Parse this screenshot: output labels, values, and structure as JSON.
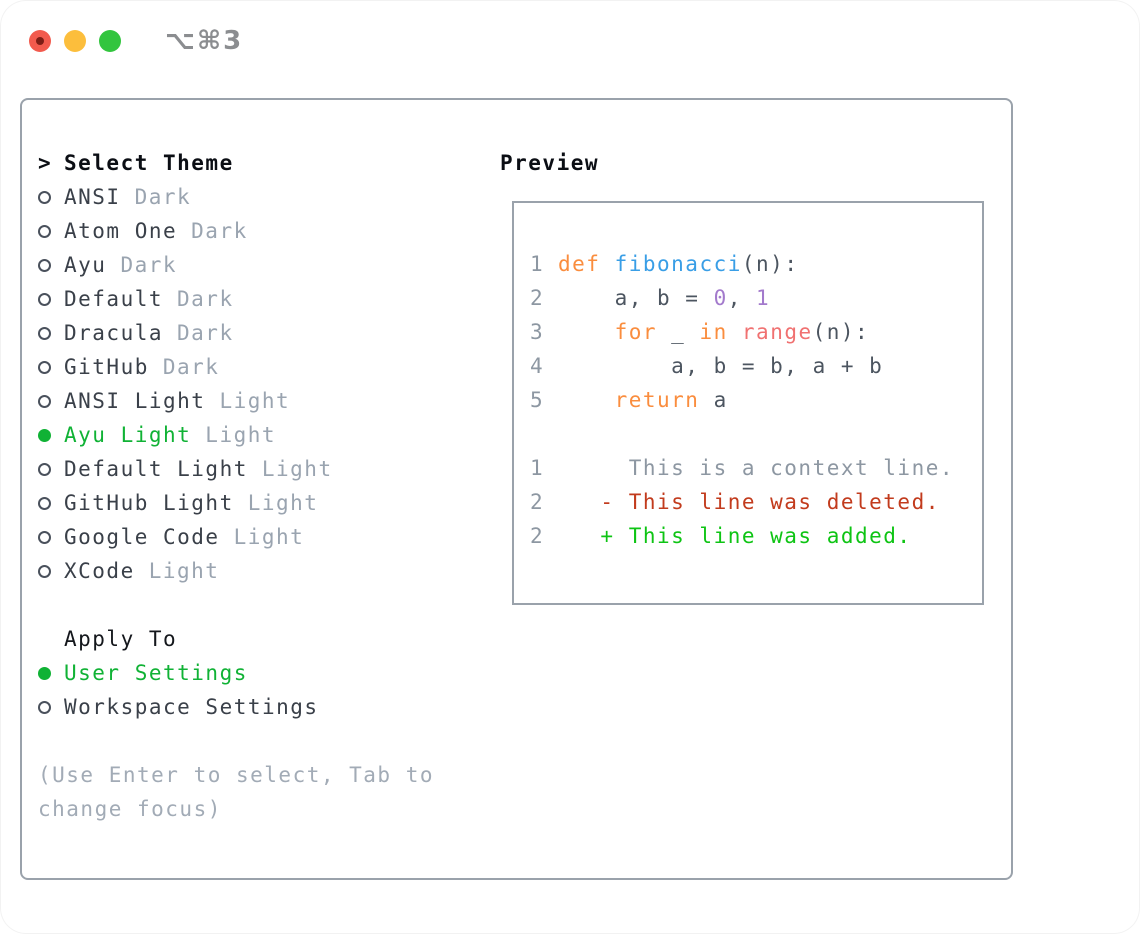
{
  "window": {
    "title_shortcut": "⌥⌘3"
  },
  "colors": {
    "traffic_red": "#f25a4d",
    "traffic_red_dot": "#7d1d15",
    "traffic_yellow": "#fcbe3c",
    "traffic_green": "#32c53e",
    "titlebar_gray": "#8b8d90",
    "border_gray": "#9aa2ab",
    "item_text": "#3a4049",
    "circle_gray": "#4a515c",
    "variant_gray": "#9aa4b0",
    "help_gray": "#a2abb6",
    "accent_green": "#10b235",
    "gutter_gray": "#8d97a2",
    "code_foreground": "#4c5560",
    "keyword_orange": "#fa8d3e",
    "entity_blue": "#399ee6",
    "constant_purple": "#a37acc",
    "function_coral": "#f07171",
    "diff_deleted_red": "#c23b1d",
    "diff_added_green": "#0ec414"
  },
  "theme_list": {
    "header_prefix": ">",
    "header": "Select Theme",
    "items": [
      {
        "name": "ANSI",
        "variant": "Dark",
        "selected": false
      },
      {
        "name": "Atom One",
        "variant": "Dark",
        "selected": false
      },
      {
        "name": "Ayu",
        "variant": "Dark",
        "selected": false
      },
      {
        "name": "Default",
        "variant": "Dark",
        "selected": false
      },
      {
        "name": "Dracula",
        "variant": "Dark",
        "selected": false
      },
      {
        "name": "GitHub",
        "variant": "Dark",
        "selected": false
      },
      {
        "name": "ANSI Light",
        "variant": "Light",
        "selected": false
      },
      {
        "name": "Ayu Light",
        "variant": "Light",
        "selected": true
      },
      {
        "name": "Default Light",
        "variant": "Light",
        "selected": false
      },
      {
        "name": "GitHub Light",
        "variant": "Light",
        "selected": false
      },
      {
        "name": "Google Code",
        "variant": "Light",
        "selected": false
      },
      {
        "name": "XCode",
        "variant": "Light",
        "selected": false
      }
    ]
  },
  "apply_to": {
    "header": "Apply To",
    "options": [
      {
        "label": "User Settings",
        "selected": true
      },
      {
        "label": "Workspace Settings",
        "selected": false
      }
    ]
  },
  "help": {
    "lines": [
      "(Use Enter to select, Tab to",
      "change focus)"
    ]
  },
  "preview": {
    "header": "Preview",
    "code_lines": [
      {
        "num": "1",
        "tokens": [
          [
            "kw",
            "def"
          ],
          [
            "fg",
            " "
          ],
          [
            "entity",
            "fibonacci"
          ],
          [
            "fg",
            "(n):"
          ]
        ]
      },
      {
        "num": "2",
        "tokens": [
          [
            "fg",
            "    a, b = "
          ],
          [
            "const",
            "0"
          ],
          [
            "fg",
            ", "
          ],
          [
            "const",
            "1"
          ]
        ]
      },
      {
        "num": "3",
        "tokens": [
          [
            "fg",
            "    "
          ],
          [
            "kw",
            "for"
          ],
          [
            "fg",
            " _ "
          ],
          [
            "kw",
            "in"
          ],
          [
            "fg",
            " "
          ],
          [
            "coral",
            "range"
          ],
          [
            "fg",
            "(n):"
          ]
        ]
      },
      {
        "num": "4",
        "tokens": [
          [
            "fg",
            "        a, b = b, a + b"
          ]
        ]
      },
      {
        "num": "5",
        "tokens": [
          [
            "fg",
            "    "
          ],
          [
            "kw",
            "return"
          ],
          [
            "fg",
            " a"
          ]
        ]
      },
      {
        "num": "",
        "tokens": []
      },
      {
        "num": "1",
        "tokens": [
          [
            "ctx",
            "     This is a context line."
          ]
        ]
      },
      {
        "num": "2",
        "tokens": [
          [
            "del",
            "   - This line was deleted."
          ]
        ]
      },
      {
        "num": "2",
        "tokens": [
          [
            "add",
            "   + This line was added."
          ]
        ]
      }
    ]
  }
}
